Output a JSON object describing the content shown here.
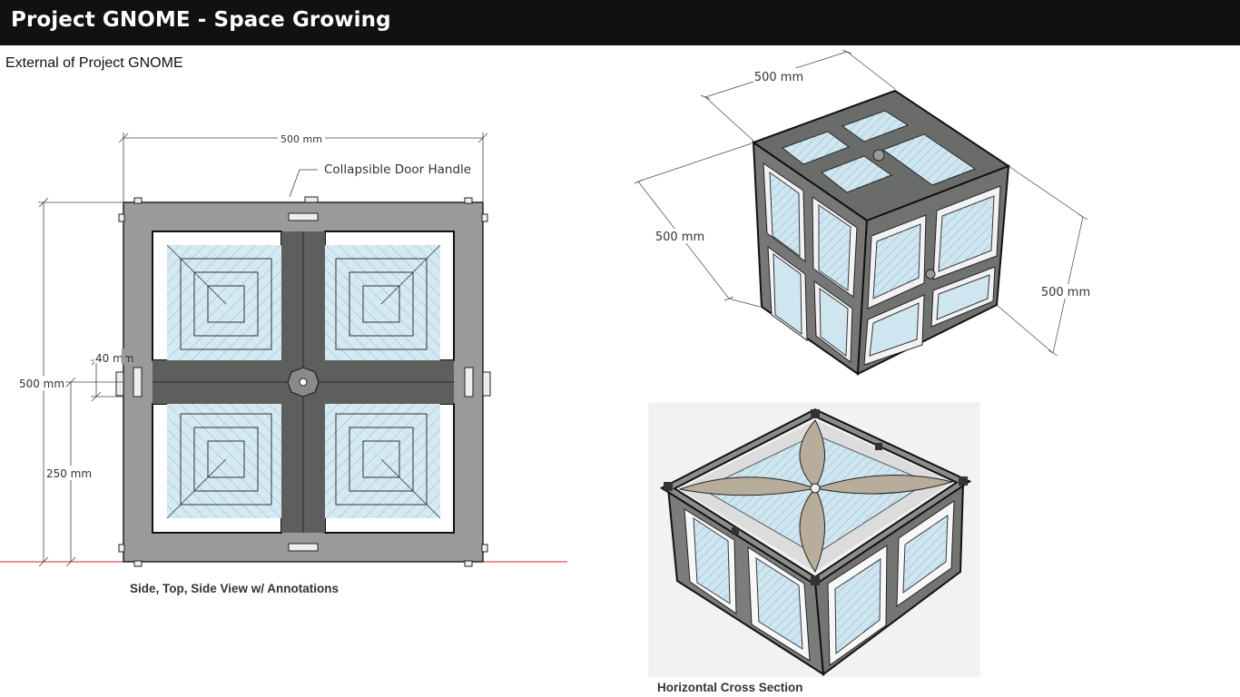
{
  "header": {
    "title": "Project GNOME - Space Growing"
  },
  "subtitle": "External of Project GNOME",
  "front_view": {
    "dim_width": "500 mm",
    "dim_height": "500 mm",
    "dim_half": "250 mm",
    "dim_frame": "40 mm",
    "annotation_handle": "Collapsible Door Handle",
    "caption": "Side, Top, Side View w/ Annotations"
  },
  "iso_view": {
    "dim_top": "500 mm",
    "dim_left": "500 mm",
    "dim_right": "500 mm"
  },
  "cross_section": {
    "caption": "Horizontal Cross Section"
  },
  "colors": {
    "header_bg": "#111111",
    "frame_gray": "#9a9a9a",
    "beam_dark": "#5d5f5c",
    "glass_blue": "#d6eaf3",
    "ground_line": "#d42020"
  }
}
